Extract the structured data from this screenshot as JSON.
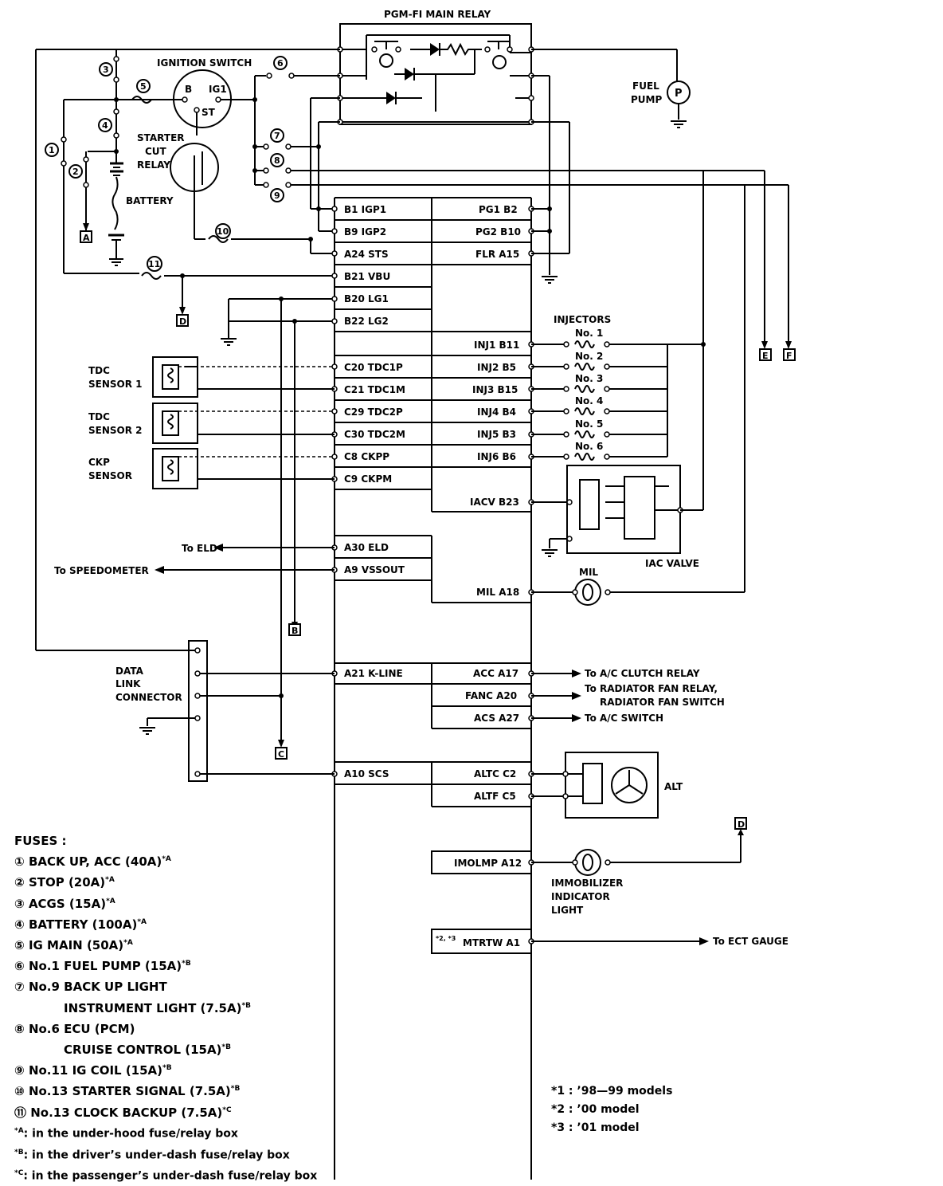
{
  "relay": {
    "title": "PGM-FI MAIN RELAY"
  },
  "components": {
    "ignition_switch": "IGNITION SWITCH",
    "ig_b": "B",
    "ig_ig1": "IG1",
    "ig_st": "ST",
    "starter_cut_relay": [
      "STARTER",
      "CUT",
      "RELAY"
    ],
    "battery": "BATTERY",
    "fuel_pump": [
      "FUEL",
      "PUMP"
    ],
    "fuel_pump_symbol": "P",
    "injectors": "INJECTORS",
    "injector_labels": [
      "No. 1",
      "No. 2",
      "No. 3",
      "No. 4",
      "No. 5",
      "No. 6"
    ],
    "tdc1": [
      "TDC",
      "SENSOR 1"
    ],
    "tdc2": [
      "TDC",
      "SENSOR 2"
    ],
    "ckp": [
      "CKP",
      "SENSOR"
    ],
    "iac_valve": "IAC VALVE",
    "mil": "MIL",
    "data_link": [
      "DATA",
      "LINK",
      "CONNECTOR"
    ],
    "alt": "ALT",
    "immobilizer": [
      "IMMOBILIZER",
      "INDICATOR",
      "LIGHT"
    ]
  },
  "fuse_numbers": [
    "1",
    "2",
    "3",
    "4",
    "5",
    "6",
    "7",
    "8",
    "9",
    "10",
    "11"
  ],
  "connectors": {
    "A": "A",
    "B": "B",
    "C": "C",
    "D": "D",
    "E": "E",
    "F": "F"
  },
  "ecu_left_pins": [
    "B1 IGP1",
    "B9 IGP2",
    "A24 STS",
    "B21 VBU",
    "B20 LG1",
    "B22 LG2",
    "C20 TDC1P",
    "C21 TDC1M",
    "C29 TDC2P",
    "C30 TDC2M",
    "C8 CKPP",
    "C9 CKPM",
    "A30 ELD",
    "A9 VSSOUT",
    "A21 K-LINE",
    "A10 SCS"
  ],
  "ecu_right_pins": [
    "PG1 B2",
    "PG2 B10",
    "FLR A15",
    "INJ1 B11",
    "INJ2 B5",
    "INJ3 B15",
    "INJ4 B4",
    "INJ5 B3",
    "INJ6 B6",
    "IACV B23",
    "MIL A18",
    "ACC A17",
    "FANC A20",
    "ACS A27",
    "ALTC C2",
    "ALTF C5",
    "IMOLMP A12",
    "MTRTW A1"
  ],
  "mtrtw_prefix": "*2, *3",
  "outputs": {
    "eld": "To ELD",
    "speedo": "To SPEEDOMETER",
    "ac_clutch": "To A/C CLUTCH RELAY",
    "fan": [
      "To RADIATOR FAN RELAY,",
      "RADIATOR FAN SWITCH"
    ],
    "ac_switch": "To A/C SWITCH",
    "ect": "To ECT GAUGE"
  },
  "fuses": {
    "heading": "FUSES :",
    "items": [
      {
        "num": "①",
        "text": "BACK UP, ACC (40A)",
        "mark": "*A"
      },
      {
        "num": "②",
        "text": "STOP  (20A)",
        "mark": "*A"
      },
      {
        "num": "③",
        "text": "ACGS (15A)",
        "mark": "*A"
      },
      {
        "num": "④",
        "text": "BATTERY (100A)",
        "mark": "*A"
      },
      {
        "num": "⑤",
        "text": "IG MAIN (50A)",
        "mark": "*A"
      },
      {
        "num": "⑥",
        "text": "No.1 FUEL PUMP (15A)",
        "mark": "*B"
      },
      {
        "num": "⑦",
        "text": "No.9 BACK UP LIGHT",
        "mark": ""
      },
      {
        "num": "",
        "text": "INSTRUMENT LIGHT (7.5A)",
        "mark": "*B"
      },
      {
        "num": "⑧",
        "text": "No.6 ECU (PCM)",
        "mark": ""
      },
      {
        "num": "",
        "text": "CRUISE CONTROL (15A)",
        "mark": "*B"
      },
      {
        "num": "⑨",
        "text": "No.11 IG COIL (15A)",
        "mark": "*B"
      },
      {
        "num": "⑩",
        "text": "No.13 STARTER SIGNAL (7.5A)",
        "mark": "*B"
      },
      {
        "num": "⑪",
        "text": "No.13 CLOCK BACKUP (7.5A)",
        "mark": "*C"
      }
    ],
    "footnotes": [
      {
        "mark": "*A",
        "text": ": in the under-hood fuse/relay box"
      },
      {
        "mark": "*B",
        "text": ": in the driver’s under-dash fuse/relay box"
      },
      {
        "mark": "*C",
        "text": ": in the passenger’s under-dash fuse/relay box"
      }
    ]
  },
  "models": [
    "*1 : ’98—99 models",
    "*2 : ’00 model",
    "*3 : ’01 model"
  ]
}
